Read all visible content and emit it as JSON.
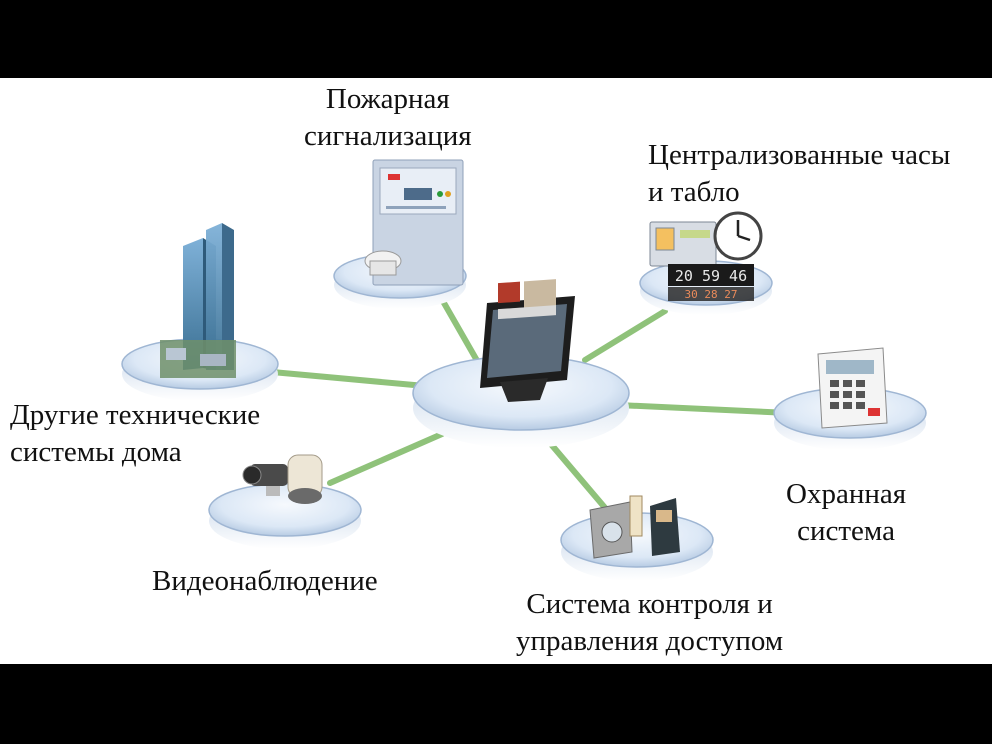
{
  "diagram": {
    "center": {
      "icon": "monitor-icon"
    },
    "nodes": [
      {
        "id": "fire",
        "label_lines": [
          "Пожарная",
          "сигнализация"
        ],
        "icon": "fire-alarm-panel-icon"
      },
      {
        "id": "clocks",
        "label_lines": [
          "Централизованные часы",
          "и табло"
        ],
        "icon": "clock-display-icon",
        "display_lines": [
          "20 59 46",
          "30 28 27"
        ]
      },
      {
        "id": "other",
        "label_lines": [
          "Другие технические",
          "системы дома"
        ],
        "icon": "building-icon"
      },
      {
        "id": "security",
        "label_lines": [
          "Охранная",
          "система"
        ],
        "icon": "keypad-icon"
      },
      {
        "id": "video",
        "label_lines": [
          "Видеонаблюдение"
        ],
        "icon": "camera-icon"
      },
      {
        "id": "access",
        "label_lines": [
          "Система контроля и",
          "управления доступом"
        ],
        "icon": "card-reader-icon"
      }
    ],
    "colors": {
      "connector": "#8fc27a",
      "platform_top": "#dce8f6",
      "platform_edge": "#9fb6d3",
      "background": "#ffffff",
      "frame": "#000000"
    }
  }
}
